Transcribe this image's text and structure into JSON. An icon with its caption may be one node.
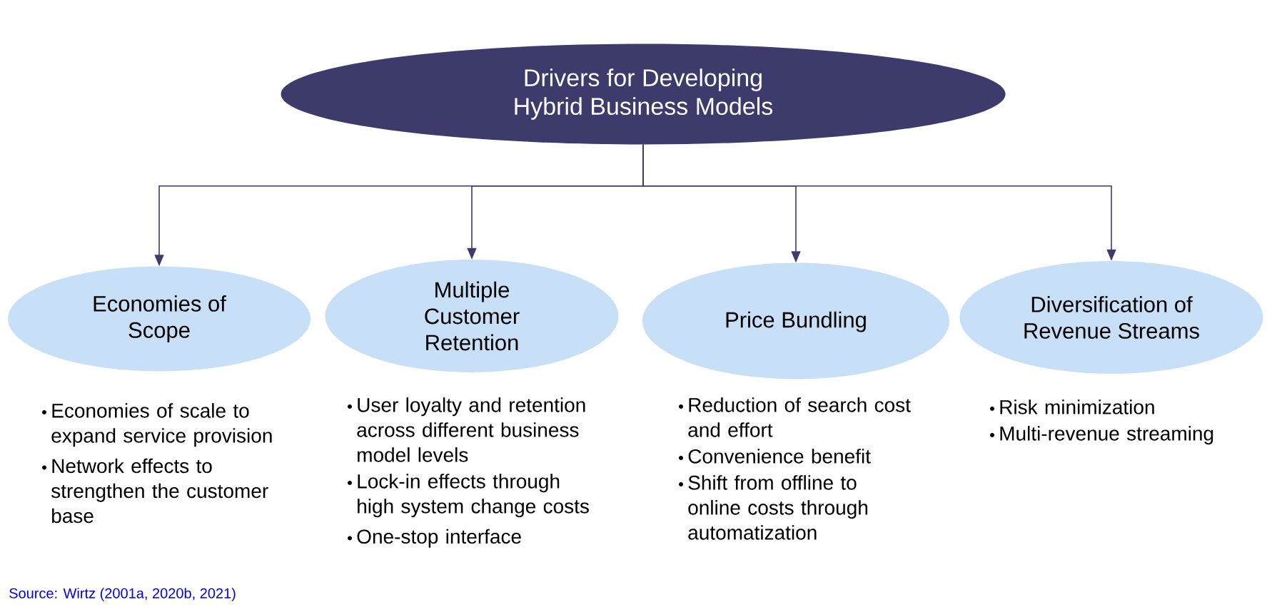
{
  "diagram": {
    "nodes": [
      {
        "text": [
          "Drivers for Developing Hybrid Business Models"
        ]
      },
      {
        "text": [
          "Economies of Scope"
        ],
        "beside": [
          "Economies of scale to expand service provision",
          "Network effects to strengthen the customer base"
        ]
      },
      {
        "text": [
          "Multiple Customer Retention"
        ],
        "beside": [
          "User loyalty and retention across different business model levels",
          "Lock-in effects through high system change costs",
          "One-stop interface"
        ]
      },
      {
        "text": [
          "Price Bundling"
        ],
        "beside": [
          "Reduction of search cost and effort",
          "Convenience benefit",
          "Shift from offline to online costs through automatization"
        ]
      },
      {
        "text": [
          "Diversification of Revenue Streams"
        ],
        "beside": [
          "Risk minimization",
          "Multi-revenue streaming"
        ]
      }
    ],
    "edges": [
      {
        "from": 0,
        "to": 1,
        "arrow": "to"
      },
      {
        "from": 0,
        "to": 2,
        "arrow": "to"
      },
      {
        "from": 0,
        "to": 3,
        "arrow": "to"
      },
      {
        "from": 0,
        "to": 4,
        "arrow": "to"
      }
    ],
    "labels": [
      "Source: Wirtz (2001a, 2020b, 2021)"
    ]
  }
}
